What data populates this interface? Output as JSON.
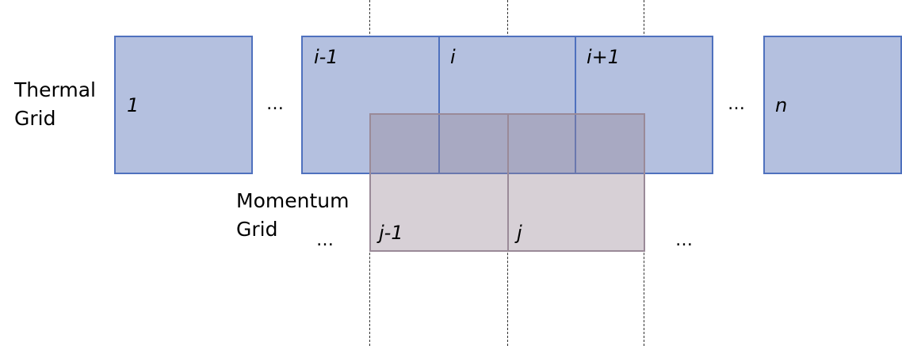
{
  "colors": {
    "thermal_fill": "#b4c0df",
    "thermal_border": "#4f71be",
    "momentum_fill": "#a89aa6",
    "momentum_border": "#9a8a98",
    "guide_line": "#333333"
  },
  "thermal_grid": {
    "label": "Thermal\nGrid",
    "cells": {
      "first": "1",
      "left": "i-1",
      "center": "i",
      "right": "i+1",
      "last": "n"
    },
    "ellipsis_left": "…",
    "ellipsis_right": "…"
  },
  "momentum_grid": {
    "label": "Momentum\nGrid",
    "cells": {
      "left": "j-1",
      "right": "j"
    },
    "ellipsis_left": "…",
    "ellipsis_right": "…"
  }
}
